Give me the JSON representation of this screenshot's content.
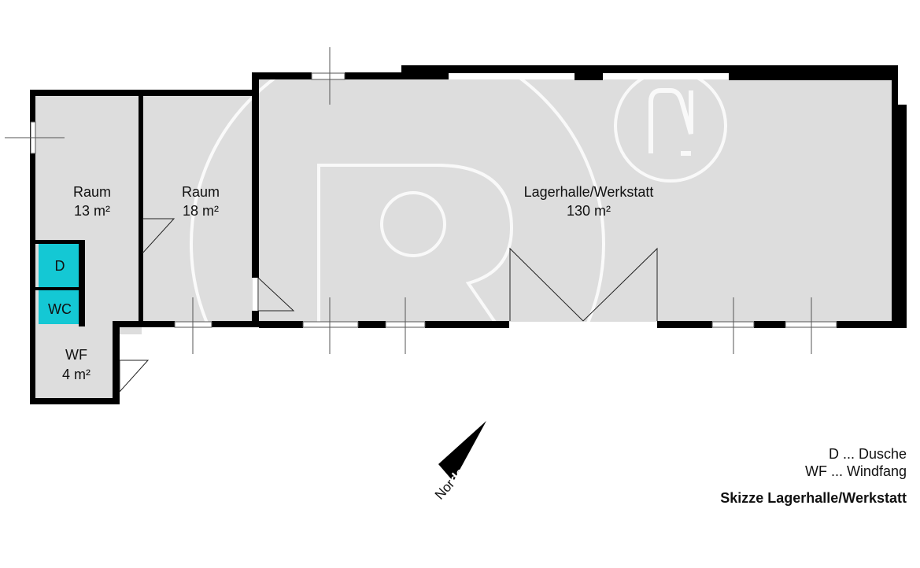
{
  "rooms": {
    "raum_13": {
      "name": "Raum",
      "area": "13 m²"
    },
    "raum_18": {
      "name": "Raum",
      "area": "18 m²"
    },
    "lagerhalle": {
      "name": "Lagerhalle/Werkstatt",
      "area": "130 m²"
    },
    "windfang": {
      "name": "WF",
      "area": "4 m²"
    }
  },
  "fixtures": {
    "dusche": "D",
    "wc": "WC"
  },
  "compass": {
    "prefix": "Nor",
    "emphasis": "den"
  },
  "legend": {
    "items": [
      "D ... Dusche",
      "WF ... Windfang"
    ],
    "title": "Skizze Lagerhalle/Werkstatt"
  },
  "colors": {
    "floor": "#dddddd",
    "wall": "#000000",
    "fixture": "#14c8d4",
    "watermark": "#ffffff"
  }
}
